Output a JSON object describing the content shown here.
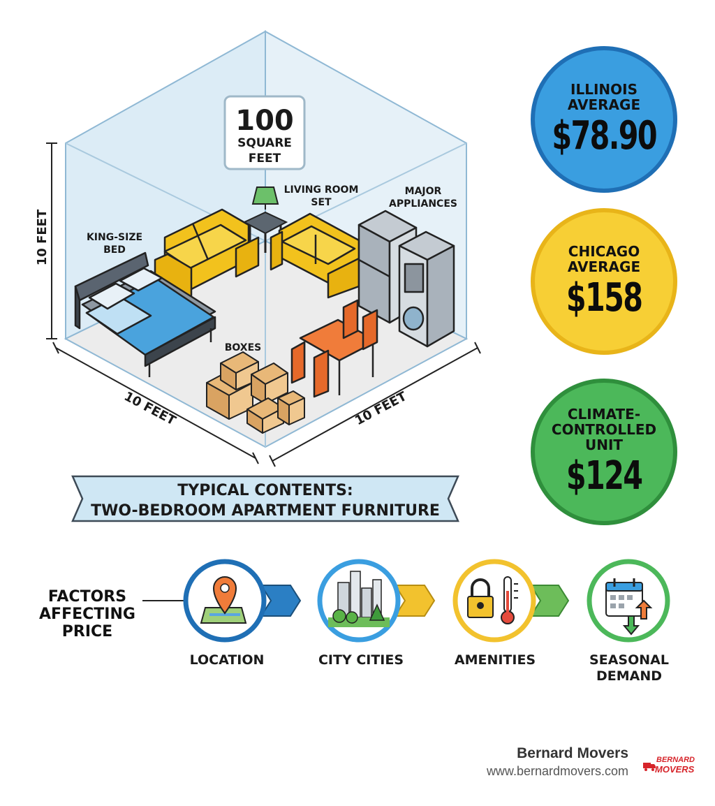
{
  "room": {
    "area_value": "100",
    "area_unit_line1": "SQUARE",
    "area_unit_line2": "FEET",
    "height_label": "10 FEET",
    "left_width_label": "10 FEET",
    "right_width_label": "10 FEET",
    "items": {
      "bed_line1": "KING-SIZE",
      "bed_line2": "BED",
      "living_line1": "LIVING ROOM",
      "living_line2": "SET",
      "appliances_line1": "MAJOR",
      "appliances_line2": "APPLIANCES",
      "boxes": "BOXES"
    }
  },
  "ribbon": {
    "line1": "TYPICAL CONTENTS:",
    "line2": "TWO-BEDROOM APARTMENT FURNITURE"
  },
  "prices": [
    {
      "label_line1": "ILLINOIS",
      "label_line2": "AVERAGE",
      "label_line3": "",
      "value": "$78.90",
      "color": "#3a9ee0",
      "border": "#1f6fb5"
    },
    {
      "label_line1": "CHICAGO",
      "label_line2": "AVERAGE",
      "label_line3": "",
      "value": "$158",
      "color": "#f7cf35",
      "border": "#e8b419"
    },
    {
      "label_line1": "CLIMATE-",
      "label_line2": "CONTROLLED",
      "label_line3": "UNIT",
      "value": "$124",
      "color": "#4cb85a",
      "border": "#2f8f3c"
    }
  ],
  "factors": {
    "title_line1": "FACTORS",
    "title_line2": "AFFECTING",
    "title_line3": "PRICE",
    "items": [
      {
        "label_line1": "LOCATION",
        "label_line2": "",
        "icon": "map-pin-icon",
        "ring": "#1f6fb5"
      },
      {
        "label_line1": "CITY CITIES",
        "label_line2": "",
        "icon": "city-skyline-icon",
        "ring": "#3a9ee0"
      },
      {
        "label_line1": "AMENITIES",
        "label_line2": "",
        "icon": "lock-thermometer-icon",
        "ring": "#f2c22e"
      },
      {
        "label_line1": "SEASONAL",
        "label_line2": "DEMAND",
        "icon": "calendar-arrows-icon",
        "ring": "#4cb85a"
      }
    ]
  },
  "footer": {
    "brand": "Bernard Movers",
    "url": "www.bernardmovers.com",
    "logo_line1": "BERNARD",
    "logo_line2": "MOVERS"
  }
}
